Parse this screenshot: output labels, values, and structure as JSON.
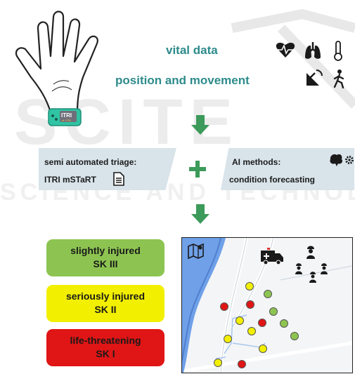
{
  "vitals": {
    "vital_label": "vital data",
    "position_label": "position and movement",
    "vital_icons": [
      "heart-pulse-icon",
      "lungs-icon",
      "thermometer-icon"
    ],
    "position_icons": [
      "satellite-dish-icon",
      "walking-person-icon"
    ]
  },
  "wristband": {
    "brand": "ITRI",
    "small_text": "cf. ITRI"
  },
  "triage_panel": {
    "line1": "semi automated triage:",
    "line2": "ITRI mSTaRT",
    "icon": "document-icon"
  },
  "ai_panel": {
    "line1": "AI methods:",
    "line2": "condition forecasting",
    "icons": [
      "brain-icon",
      "gears-icon"
    ]
  },
  "severity": [
    {
      "title": "slightly injured",
      "code": "SK III",
      "color": "#8dc451"
    },
    {
      "title": "seriously injured",
      "code": "SK II",
      "color": "#f2f000"
    },
    {
      "title": "life-threatening",
      "code": "SK I",
      "color": "#e01515"
    }
  ],
  "map": {
    "icons": [
      "map-icon",
      "ambulance-icon",
      "responder-icon"
    ]
  },
  "colors": {
    "teal": "#2e8b8b",
    "arrow_green": "#3c9a5a",
    "panel": "#d8e3ea",
    "river": "#6fa0e8"
  }
}
